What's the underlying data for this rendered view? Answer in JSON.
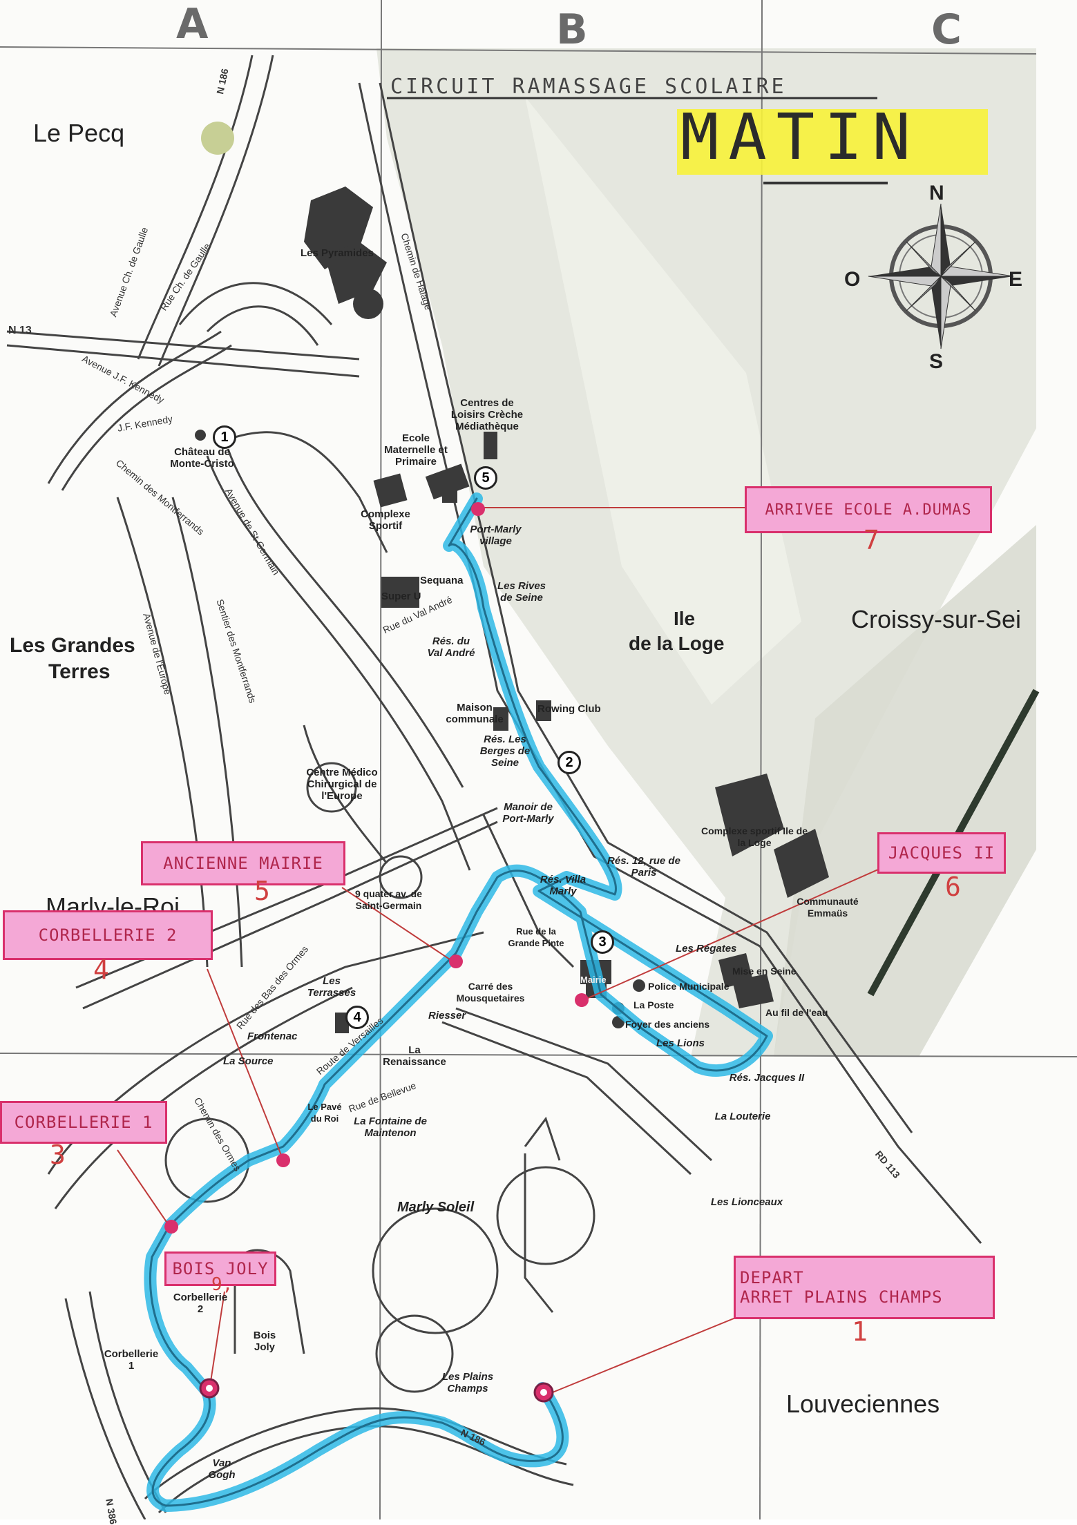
{
  "grid": {
    "columns": [
      "A",
      "B",
      "C"
    ]
  },
  "header": {
    "title": "CIRCUIT RAMASSAGE SCOLAIRE",
    "subtitle": "MATIN"
  },
  "compass": {
    "n": "N",
    "s": "S",
    "e": "E",
    "w": "O"
  },
  "towns": {
    "le_pecq": "Le Pecq",
    "grandes_terres_1": "Les Grandes",
    "grandes_terres_2": "Terres",
    "croissy": "Croissy-sur-Sei",
    "marly": "Marly-le-Roi",
    "louveciennes": "Louveciennes",
    "ile_1": "Ile",
    "ile_2": "de la Loge"
  },
  "roads": {
    "n186_top": "N 186",
    "n13": "N 13",
    "n186_bottom": "N 386",
    "n186_bottom_b": "N 186",
    "rd113": "RD 113",
    "av_de_gaulle": "Avenue Ch. de Gaulle",
    "rue_de_gaulle": "Rue Ch. de Gaulle",
    "av_kennedy": "Avenue J.F. Kennedy",
    "jf_kennedy": "J.F. Kennedy",
    "av_st_germain": "Avenue de St-Germain",
    "chemin_halage": "Chemin de Halage",
    "chemin_montferrands": "Chemin des Montferrands",
    "sentier_montferrands": "Sentier des Montferrands",
    "av_europe": "Avenue de l'Europe",
    "rue_val_andre": "Rue du Val André",
    "route_versailles": "Route de Versailles",
    "rue_bellevue": "Rue de Bellevue",
    "chemin_ormes": "Chemin des Ormes",
    "rue_bas_ormes": "Rue des Bas des Ormes"
  },
  "places": {
    "pyramides": "Les Pyramides",
    "chateau": "Château de Monte-Cristo",
    "centres_loisirs": "Centres de Loisirs Crèche Médiathèque",
    "ecole": "Ecole Maternelle et Primaire",
    "complexe_sportif": "Complexe Sportif",
    "port_marly": "Port-Marly village",
    "sequana": "Sequana",
    "super_u": "Super U",
    "rives_seine": "Les Rives de Seine",
    "res_val_andre": "Rés. du Val André",
    "maison_communale": "Maison communale",
    "rowing": "Rowing Club",
    "berges": "Rés. Les Berges de Seine",
    "centre_medical": "Centre Médico Chirurgical de l'Europe",
    "manoir": "Manoir de Port-Marly",
    "res_12_paris": "Rés. 12, rue de Paris",
    "res_villa_marly": "Rés. Villa Marly",
    "complexe_ile": "Complexe sportif Ile de la Loge",
    "emmaus": "Communauté Emmaüs",
    "regates": "Les Régates",
    "mise_en_seine": "Mise en Seine",
    "police": "Police Municipale",
    "la_poste": "La Poste",
    "foyer": "Foyer des anciens",
    "au_fil": "Au fil de l'eau",
    "les_lions": "Les Lions",
    "res_jacques": "Rés. Jacques II",
    "louterie": "La Louterie",
    "lionceaux": "Les Lionceaux",
    "carre": "Carré des Mousquetaires",
    "riesser": "Riesser",
    "nine_quater": "9 quater av. de Saint-Germain",
    "terrasses": "Les Terrasses",
    "frontenac": "Frontenac",
    "la_source": "La Source",
    "renaissance": "La Renaissance",
    "pave_roi": "Le Pavé du Roi",
    "fontaine": "La Fontaine de Maintenon",
    "marly_soleil": "Marly Soleil",
    "corbellerie2": "Corbellerie 2",
    "corbellerie1": "Corbellerie 1",
    "bois_joly": "Bois Joly",
    "plains_champs": "Les Plains Champs",
    "van_gogh": "Van Gogh",
    "mairie": "Mairie",
    "rue_grande_pinte": "Rue de la Grande Pinte"
  },
  "stops": [
    {
      "num_label": "1",
      "line1": "DEPART",
      "line2": "ARRET PLAINS CHAMPS"
    },
    {
      "num_label": "9,",
      "line1": "BOIS JOLY",
      "line2": ""
    },
    {
      "num_label": "3",
      "line1": "CORBELLERIE 1",
      "line2": ""
    },
    {
      "num_label": "4",
      "line1": "CORBELLERIE 2",
      "line2": ""
    },
    {
      "num_label": "5",
      "line1": "ANCIENNE MAIRIE",
      "line2": ""
    },
    {
      "num_label": "6",
      "line1": "JACQUES II",
      "line2": ""
    },
    {
      "num_label": "7",
      "line1": "ARRIVEE ECOLE A.DUMAS",
      "line2": ""
    }
  ],
  "markers": [
    "1",
    "2",
    "3",
    "4",
    "5"
  ],
  "colors": {
    "route": "#2eb8e6",
    "stop_fill": "#f4a8d6",
    "stop_border": "#d9306c",
    "stop_text": "#b0264c",
    "highlight": "#f7f23a"
  }
}
